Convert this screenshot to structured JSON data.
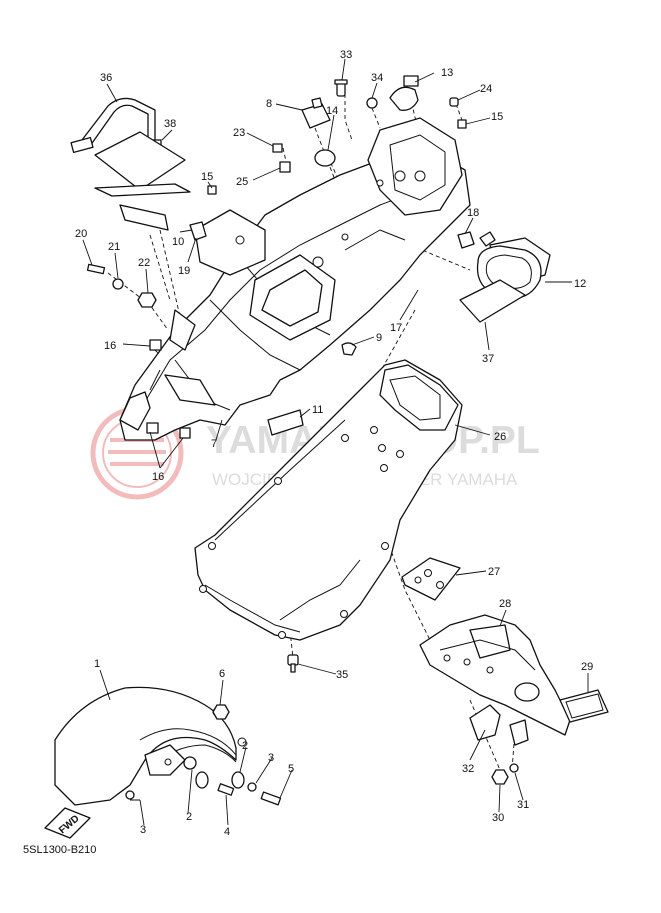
{
  "diagram_code": "5SL1300-B210",
  "fwd_badge": "FWD",
  "watermark": {
    "brand": "YAMAHASHOP.PL",
    "subtitle": "WOJCIECHOWICZ - DEALER YAMAHA"
  },
  "callouts": [
    {
      "id": "c36",
      "label": "36"
    },
    {
      "id": "c38",
      "label": "38"
    },
    {
      "id": "c33",
      "label": "33"
    },
    {
      "id": "c34",
      "label": "34"
    },
    {
      "id": "c13",
      "label": "13"
    },
    {
      "id": "c24",
      "label": "24"
    },
    {
      "id": "c8",
      "label": "8"
    },
    {
      "id": "c14",
      "label": "14"
    },
    {
      "id": "c15a",
      "label": "15"
    },
    {
      "id": "c23",
      "label": "23"
    },
    {
      "id": "c25",
      "label": "25"
    },
    {
      "id": "c15b",
      "label": "15"
    },
    {
      "id": "c10",
      "label": "10"
    },
    {
      "id": "c18",
      "label": "18"
    },
    {
      "id": "c20",
      "label": "20"
    },
    {
      "id": "c21",
      "label": "21"
    },
    {
      "id": "c22",
      "label": "22"
    },
    {
      "id": "c19",
      "label": "19"
    },
    {
      "id": "c12",
      "label": "12"
    },
    {
      "id": "c17",
      "label": "17"
    },
    {
      "id": "c9",
      "label": "9"
    },
    {
      "id": "c37",
      "label": "37"
    },
    {
      "id": "c16a",
      "label": "16"
    },
    {
      "id": "c11",
      "label": "11"
    },
    {
      "id": "c26",
      "label": "26"
    },
    {
      "id": "c7",
      "label": "7"
    },
    {
      "id": "c16b",
      "label": "16"
    },
    {
      "id": "c27",
      "label": "27"
    },
    {
      "id": "c28",
      "label": "28"
    },
    {
      "id": "c1",
      "label": "1"
    },
    {
      "id": "c6",
      "label": "6"
    },
    {
      "id": "c35",
      "label": "35"
    },
    {
      "id": "c29",
      "label": "29"
    },
    {
      "id": "c2a",
      "label": "2"
    },
    {
      "id": "c3a",
      "label": "3"
    },
    {
      "id": "c5",
      "label": "5"
    },
    {
      "id": "c32",
      "label": "32"
    },
    {
      "id": "c2b",
      "label": "2"
    },
    {
      "id": "c3b",
      "label": "3"
    },
    {
      "id": "c4",
      "label": "4"
    },
    {
      "id": "c31",
      "label": "31"
    },
    {
      "id": "c30",
      "label": "30"
    }
  ]
}
